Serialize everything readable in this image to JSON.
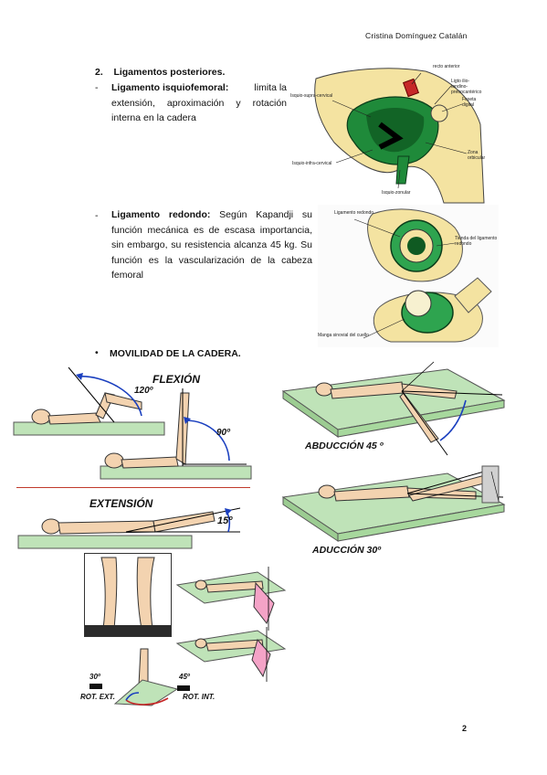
{
  "header": {
    "author": "Cristina Domínguez Catalán"
  },
  "section": {
    "number": "2.",
    "title": "Ligamentos posteriores."
  },
  "ligaments": [
    {
      "bullet": "-",
      "name": "Ligamento isquiofemoral:",
      "text_line1": "limita la",
      "text_rest": "extensión, aproximación y rotación interna en la cadera"
    },
    {
      "bullet": "-",
      "name": "Ligamento redondo:",
      "text": "Según Kapandji su función mecánica es de escasa importancia, sin embargo, su resistencia alcanza 45 kg. Su función es la vascularización de la cabeza femoral"
    }
  ],
  "figure1_labels": {
    "recto": "recto anterior",
    "ilio": "Ligto ilio-tendino-pretrocantérico",
    "supra": "Isquio-supra-cervical",
    "foseta": "Foseta digital",
    "orbicular": "Zona orbicular",
    "infra": "Isquio-infra-cervical",
    "zonular": "Isquio-zonular"
  },
  "figure2_labels": {
    "redondo": "Ligamento redondo",
    "tienda": "Tienda del ligamento redondo",
    "manga": "Manga sinovial del cuello"
  },
  "mobility": {
    "bullet": "•",
    "title": "MOVILIDAD DE LA CADERA."
  },
  "figure_movements": {
    "flexion": "FLEXIÓN",
    "angle120": "120º",
    "angle90": "90º",
    "extension": "EXTENSIÓN",
    "angle15": "15º",
    "abduccion": "ABDUCCIÓN 45 º",
    "aduccion": "ADUCCIÓN 30º",
    "rot_ext_angle": "30º",
    "rot_int_angle": "45º",
    "rot_ext": "ROT. EXT.",
    "rot_int": "ROT. INT."
  },
  "page_number": "2",
  "colors": {
    "ligament_green": "#1f8a3a",
    "bone": "#f4e3a1",
    "table_green": "#bfe3b8",
    "arrow_blue": "#1a3fbf",
    "divider_red": "#c0392b",
    "muscle_red": "#c62828"
  }
}
